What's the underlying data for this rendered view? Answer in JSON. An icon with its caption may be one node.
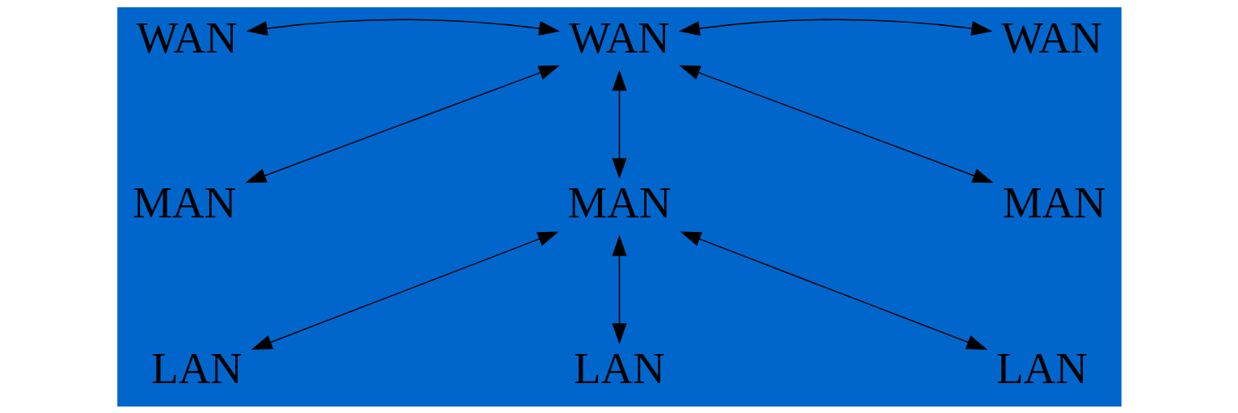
{
  "diagram": {
    "nodes": [
      {
        "text": [
          "WAN"
        ]
      },
      {
        "text": [
          "WAN"
        ]
      },
      {
        "text": [
          "WAN"
        ]
      },
      {
        "text": [
          "MAN"
        ]
      },
      {
        "text": [
          "MAN"
        ]
      },
      {
        "text": [
          "MAN"
        ]
      },
      {
        "text": [
          "LAN"
        ]
      },
      {
        "text": [
          "LAN"
        ]
      },
      {
        "text": [
          "LAN"
        ]
      }
    ],
    "edges": [
      {
        "from": 0,
        "to": 1,
        "arrow": "both"
      },
      {
        "from": 1,
        "to": 2,
        "arrow": "both"
      },
      {
        "from": 1,
        "to": 3,
        "arrow": "both"
      },
      {
        "from": 1,
        "to": 4,
        "arrow": "both"
      },
      {
        "from": 1,
        "to": 5,
        "arrow": "both"
      },
      {
        "from": 4,
        "to": 6,
        "arrow": "both"
      },
      {
        "from": 4,
        "to": 7,
        "arrow": "both"
      },
      {
        "from": 4,
        "to": 8,
        "arrow": "both"
      }
    ]
  }
}
